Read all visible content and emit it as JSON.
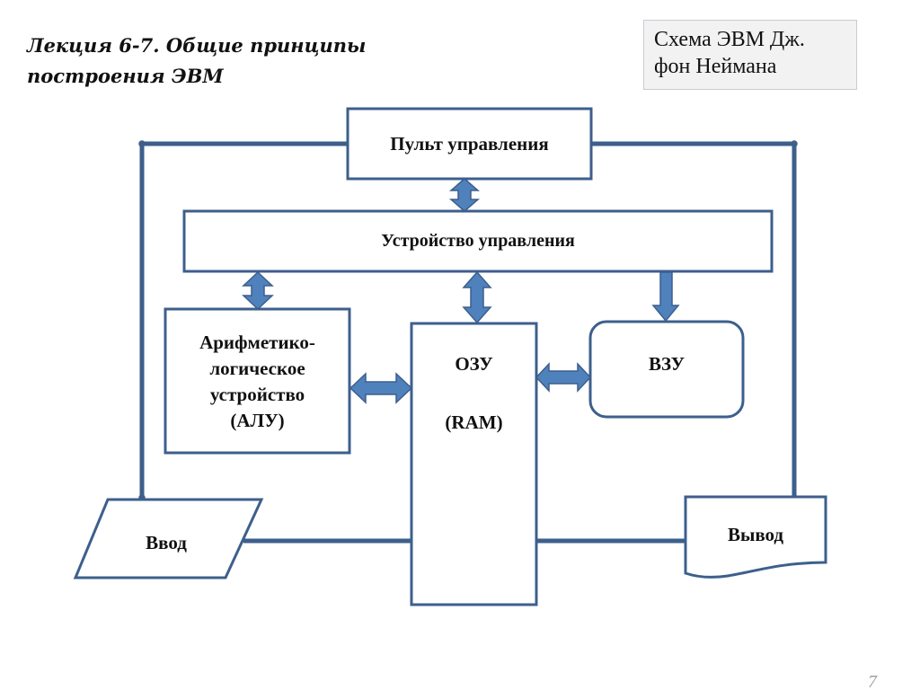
{
  "slide": {
    "title_lines": [
      "Лекция 6-7. Общие принципы",
      "построения ЭВМ"
    ],
    "caption_lines": [
      "Схема ЭВМ  Дж.",
      "фон Неймана"
    ],
    "page_number": "7",
    "colors": {
      "stroke": "#3d5f8c",
      "arrow_fill": "#4f81bd",
      "arrow_stroke": "#3d5f8c",
      "caption_bg": "#f2f2f2",
      "text": "#111111"
    }
  },
  "diagram": {
    "nodes": {
      "control_panel": {
        "label": "Пульт  управления",
        "shape": "rectangle"
      },
      "control_unit": {
        "label": "Устройство управления",
        "shape": "rectangle"
      },
      "alu": {
        "label_lines": [
          "Арифметико-",
          "логическое",
          "устройство",
          "(АЛУ)"
        ],
        "shape": "rectangle"
      },
      "ram": {
        "label_lines": [
          "ОЗУ",
          "(RAM)"
        ],
        "shape": "rectangle"
      },
      "external_storage": {
        "label": "ВЗУ",
        "shape": "rounded-rectangle"
      },
      "input": {
        "label": "Ввод",
        "shape": "parallelogram"
      },
      "output": {
        "label": "Вывод",
        "shape": "document"
      }
    },
    "edges": [
      {
        "from": "control_panel",
        "to": "control_unit",
        "type": "double-arrow"
      },
      {
        "from": "control_unit",
        "to": "alu",
        "type": "double-arrow"
      },
      {
        "from": "control_unit",
        "to": "ram",
        "type": "double-arrow"
      },
      {
        "from": "control_unit",
        "to": "external_storage",
        "type": "arrow"
      },
      {
        "from": "alu",
        "to": "ram",
        "type": "double-arrow"
      },
      {
        "from": "ram",
        "to": "external_storage",
        "type": "double-arrow"
      },
      {
        "from": "control_panel",
        "to": "input",
        "type": "line"
      },
      {
        "from": "control_panel",
        "to": "output",
        "type": "line"
      },
      {
        "from": "input",
        "to": "ram",
        "type": "line"
      },
      {
        "from": "ram",
        "to": "output",
        "type": "line"
      }
    ]
  }
}
